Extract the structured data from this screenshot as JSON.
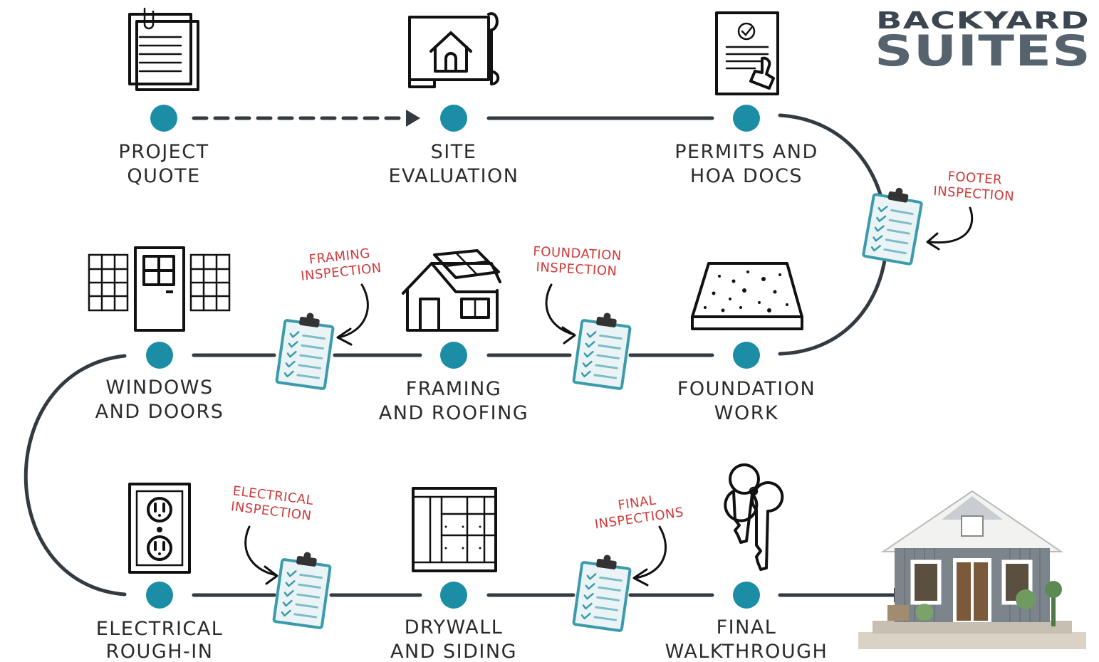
{
  "brand": {
    "line1": "BACKYARD",
    "line2": "SUITES"
  },
  "steps": [
    {
      "lines": [
        "PROJECT",
        "QUOTE"
      ],
      "icon": "documents-icon"
    },
    {
      "lines": [
        "SITE",
        "EVALUATION"
      ],
      "icon": "blueprint-house-icon"
    },
    {
      "lines": [
        "PERMITS AND",
        "HOA DOCS"
      ],
      "icon": "certified-document-icon"
    },
    {
      "lines": [
        "FOUNDATION",
        "WORK"
      ],
      "icon": "concrete-slab-icon"
    },
    {
      "lines": [
        "FRAMING",
        "AND ROOFING"
      ],
      "icon": "house-roof-icon"
    },
    {
      "lines": [
        "WINDOWS",
        "AND DOORS"
      ],
      "icon": "windows-doors-icon"
    },
    {
      "lines": [
        "ELECTRICAL",
        "ROUGH-IN"
      ],
      "icon": "outlet-icon"
    },
    {
      "lines": [
        "DRYWALL",
        "AND SIDING"
      ],
      "icon": "wall-frame-icon"
    },
    {
      "lines": [
        "FINAL",
        "WALKTHROUGH"
      ],
      "icon": "keys-icon"
    }
  ],
  "inspections": [
    {
      "lines": [
        "FOOTER",
        "INSPECTION"
      ]
    },
    {
      "lines": [
        "FOUNDATION",
        "INSPECTION"
      ]
    },
    {
      "lines": [
        "FRAMING",
        "INSPECTION"
      ]
    },
    {
      "lines": [
        "ELECTRICAL",
        "INSPECTION"
      ]
    },
    {
      "lines": [
        "FINAL",
        "INSPECTIONS"
      ]
    }
  ],
  "colors": {
    "accent": "#1b8ea6",
    "inspection_text": "#d03a3a",
    "line": "#333a40",
    "brand": "#56636e"
  },
  "final_image": "finished-cottage-icon"
}
